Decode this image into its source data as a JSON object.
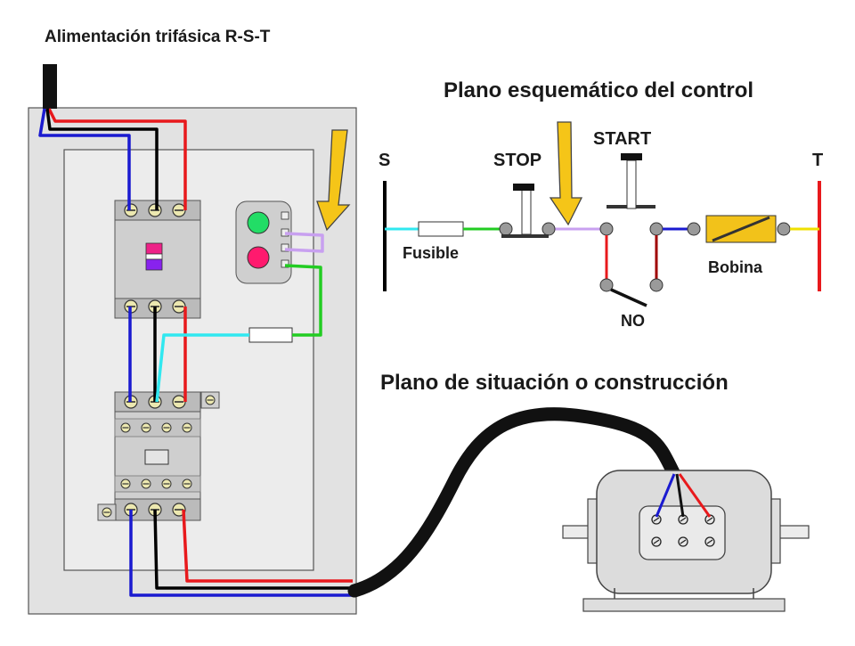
{
  "labels": {
    "supply_title": "Alimentación trifásica R-S-T",
    "control_title": "Plano esquemático del control",
    "situation_title": "Plano de situación o construcción",
    "phase_s": "S",
    "phase_t": "T",
    "stop": "STOP",
    "start": "START",
    "fuse": "Fusible",
    "coil": "Bobina",
    "no_contact": "NO"
  },
  "colors": {
    "wire_r": "#e8191c",
    "wire_s": "#000000",
    "wire_t": "#1010d0",
    "wire_fuse": "#30e8f0",
    "wire_green": "#22cc22",
    "wire_lilac": "#c8a0f0",
    "wire_yellow": "#f0e000",
    "wire_darkred": "#a00000",
    "panel": "#e4e4e4",
    "arrow": "#f5c518",
    "lamp_green": "#22dd66",
    "lamp_red": "#ff1a6e",
    "coil": "#f2c21a"
  },
  "icons": {
    "arrow": "down-arrow-icon",
    "screw": "screw-terminal-icon"
  }
}
